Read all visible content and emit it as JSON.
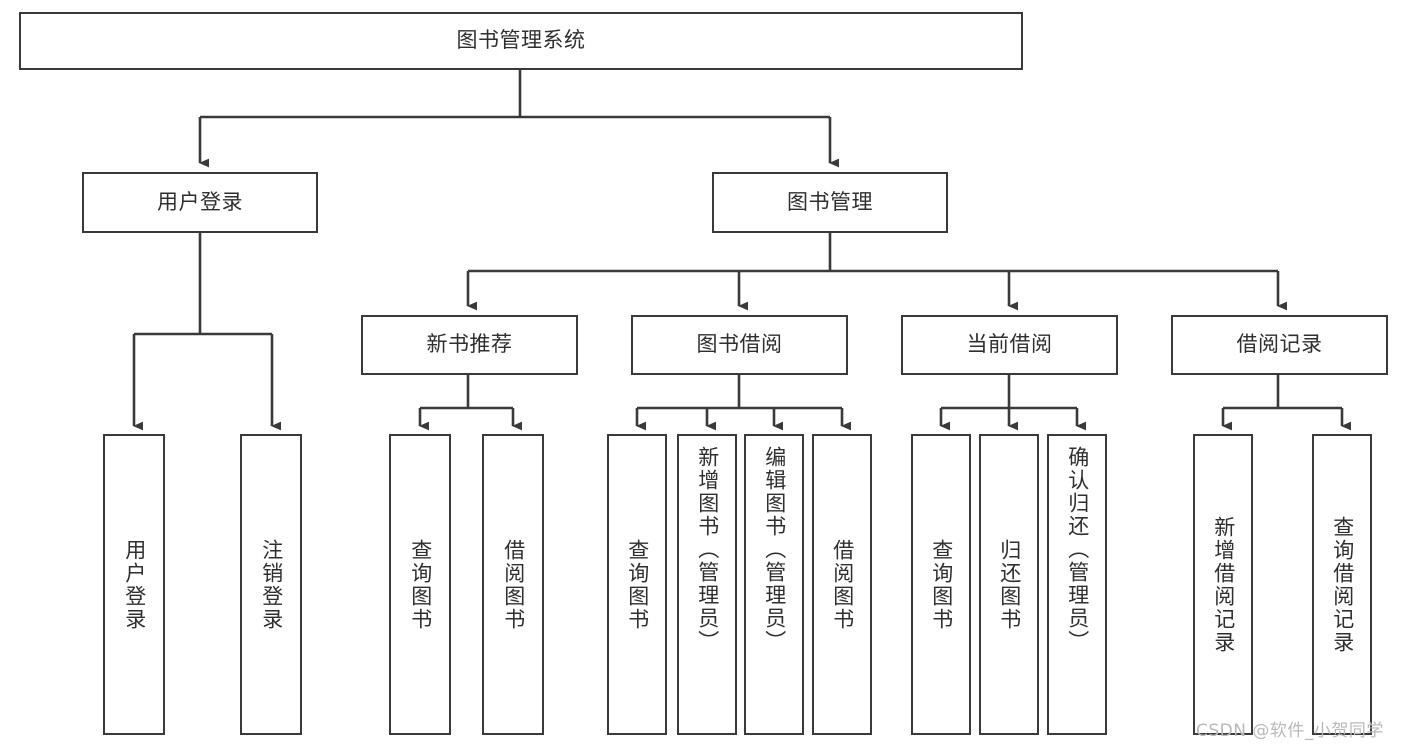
{
  "diagram": {
    "type": "tree",
    "title": "图书管理系统",
    "orientation": "top-down",
    "line_color": "#3a3a3a",
    "box_fill": "#ffffff",
    "text_color": "#2f2f2f"
  },
  "nodes": {
    "root": {
      "label": "图书管理系统"
    },
    "level1": [
      {
        "label": "用户登录"
      },
      {
        "label": "图书管理"
      }
    ],
    "level2": [
      {
        "label": "新书推荐"
      },
      {
        "label": "图书借阅"
      },
      {
        "label": "当前借阅"
      },
      {
        "label": "借阅记录"
      }
    ],
    "leaves": {
      "user_login": [
        {
          "label": "用户登录"
        },
        {
          "label": "注销登录"
        }
      ],
      "new_book_recommend": [
        {
          "label": "查询图书"
        },
        {
          "label": "借阅图书"
        }
      ],
      "book_borrow": [
        {
          "label": "查询图书"
        },
        {
          "label": "新增图书（管理员）"
        },
        {
          "label": "编辑图书（管理员）"
        },
        {
          "label": "借阅图书"
        }
      ],
      "current_borrow": [
        {
          "label": "查询图书"
        },
        {
          "label": "归还图书"
        },
        {
          "label": "确认归还（管理员）"
        }
      ],
      "borrow_record": [
        {
          "label": "新增借阅记录"
        },
        {
          "label": "查询借阅记录"
        }
      ]
    }
  },
  "watermark": {
    "text": "CSDN @软件_小贺同学"
  }
}
